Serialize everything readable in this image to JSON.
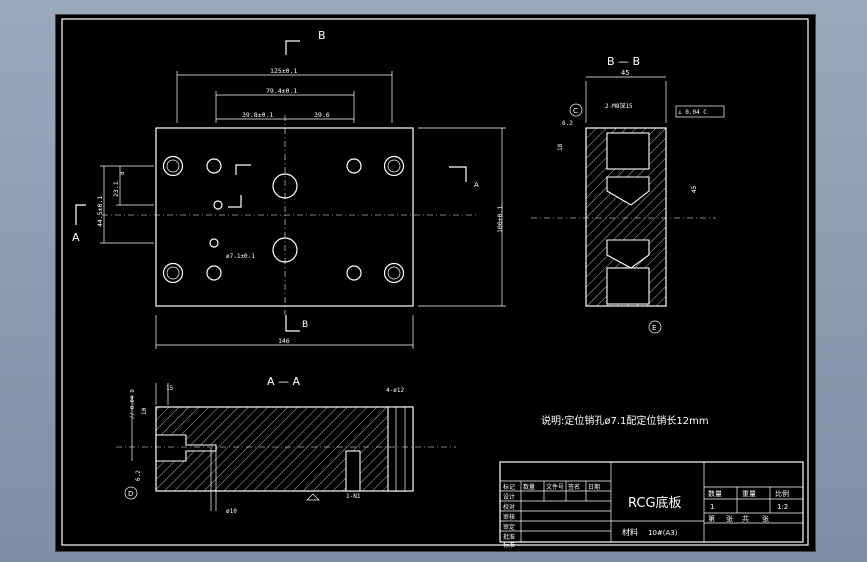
{
  "section_labels": {
    "b_top": "B",
    "b_bottom": "B",
    "a_left": "A",
    "a_right": "A",
    "view_bb": "B — B",
    "view_aa": "A — A"
  },
  "dims": {
    "d125": "125±0.1",
    "d79": "79.4±0.1",
    "d39": "39.8±0.1",
    "d396": "39.6",
    "d146": "146",
    "d45": "45",
    "d100": "100±0.1",
    "d445": "44.5±0.1",
    "d23": "23.1",
    "d8": "8",
    "dphi7": "ø7.1±0.1",
    "d2m": "2-M8深15",
    "d18": "18",
    "d62": "6.2",
    "d45b": "45",
    "d15": "15",
    "d10": "10",
    "d4d12": "4-ø12",
    "dphi10": "ø10",
    "d62b": "6.2",
    "d1n": "1-N1"
  },
  "tolerances": {
    "flat_top": "⊥ 0.04 C",
    "flat_left": "// 0.04 D"
  },
  "datum": {
    "c": "C",
    "d": "D",
    "e": "E"
  },
  "note": "说明:定位销孔ø7.1配定位销长12mm",
  "title_block": {
    "part_name": "RCG底板",
    "material_label": "材料",
    "material_value": "10#(A3)",
    "headers": [
      "数量",
      "重量",
      "比例"
    ],
    "values": [
      "1",
      "",
      "1:2"
    ],
    "sheet": [
      "第",
      "张",
      "共",
      "张"
    ],
    "rev_headers": [
      "标记",
      "数量",
      "文件号",
      "签名",
      "日期"
    ],
    "rows": [
      "设计",
      "校对",
      "审核",
      "审定",
      "批准",
      "标准"
    ]
  }
}
